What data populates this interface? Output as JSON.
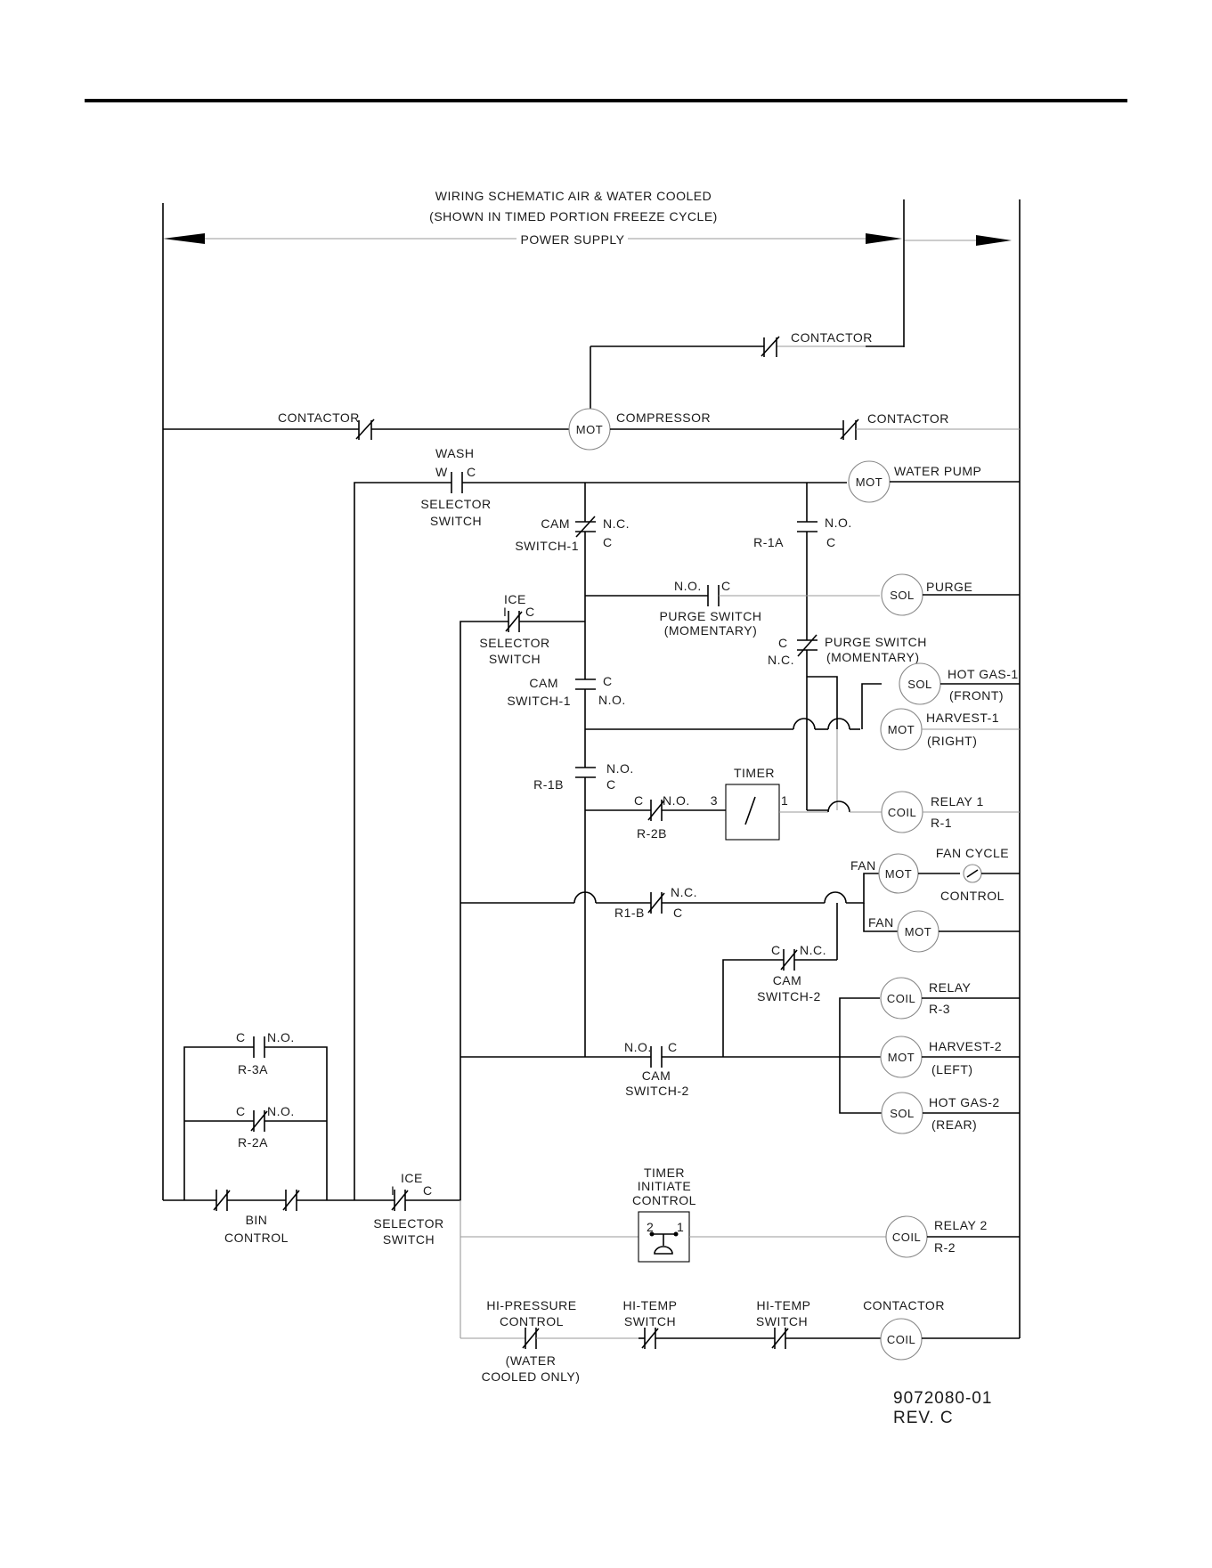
{
  "header": {
    "title": "WIRING SCHEMATIC AIR & WATER COOLED",
    "subtitle": "(SHOWN IN TIMED PORTION FREEZE CYCLE)",
    "power_supply": "POWER SUPPLY"
  },
  "components": {
    "mot": "MOT",
    "sol": "SOL",
    "coil": "COIL"
  },
  "labels": {
    "contactor": "CONTACTOR",
    "compressor": "COMPRESSOR",
    "water_pump": "WATER PUMP",
    "wash": "WASH",
    "w": "W",
    "c": "C",
    "i": "I",
    "nc": "N.C.",
    "no": "N.O.",
    "selector": "SELECTOR",
    "switch": "SWITCH",
    "cam": "CAM",
    "switch_1": "SWITCH-1",
    "switch_2": "SWITCH-2",
    "r1a": "R-1A",
    "purge": "PURGE",
    "purge_switch": "PURGE SWITCH",
    "momentary": "(MOMENTARY)",
    "ice": "ICE",
    "hot_gas_1": "HOT GAS-1",
    "front": "(FRONT)",
    "harvest_1": "HARVEST-1",
    "right": "(RIGHT)",
    "r1b": "R-1B",
    "timer": "TIMER",
    "t3": "3",
    "t1": "1",
    "r2b": "R-2B",
    "relay_1": "RELAY 1",
    "r_1": "R-1",
    "fan": "FAN",
    "fan_cycle": "FAN CYCLE",
    "control": "CONTROL",
    "r1_b": "R1-B",
    "relay": "RELAY",
    "r_3": "R-3",
    "harvest_2": "HARVEST-2",
    "left": "(LEFT)",
    "hot_gas_2": "HOT GAS-2",
    "rear": "(REAR)",
    "r3a": "R-3A",
    "r2a": "R-2A",
    "bin": "BIN",
    "timer_initiate_1": "TIMER",
    "timer_initiate_2": "INITIATE",
    "ti_2": "2",
    "ti_1": "1",
    "relay_2": "RELAY 2",
    "r_2": "R-2",
    "hi_pressure": "HI-PRESSURE",
    "water": "(WATER",
    "cooled_only": "COOLED ONLY)",
    "hi_temp": "HI-TEMP"
  },
  "footer": {
    "part_number": "9072080-01",
    "revision": "REV. C"
  }
}
